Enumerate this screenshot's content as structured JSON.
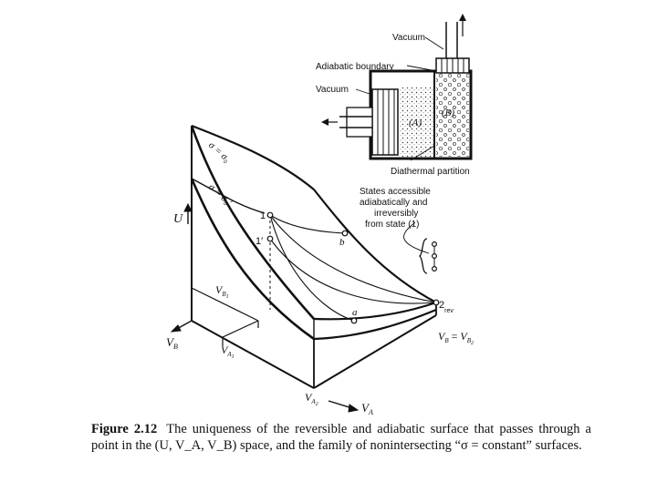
{
  "figure": {
    "apparatus": {
      "vacuum_top": "Vacuum",
      "adiabatic_boundary": "Adiabatic boundary",
      "vacuum_left": "Vacuum",
      "subsystem_a": "(A)",
      "subsystem_b": "(B)",
      "diathermal_partition": "Diathermal partition"
    },
    "surface_labels": {
      "sigma0": "σ = σ₀",
      "sigma0_prime": "σ = σ₀′"
    },
    "annotation": {
      "line1": "States accessible",
      "line2": "adiabatically and",
      "line3": "irreversibly",
      "line4": "from state (1)"
    },
    "axes": {
      "u": "U",
      "va": "V",
      "va_sub": "A",
      "vb": "V",
      "vb_sub": "B"
    },
    "points": {
      "p1": "1",
      "p1_prime": "1′",
      "pa": "a",
      "pb": "b",
      "p2": "2",
      "p2_sub": "rev"
    },
    "ticks": {
      "vb1": "V",
      "vb1_sub": "B",
      "vb1_subsub": "1",
      "va1": "V",
      "va1_sub": "A",
      "va1_subsub": "1",
      "va2": "V",
      "va2_sub": "A",
      "va2_subsub": "2",
      "vb_eq_left": "V",
      "vb_eq_left_sub": "B",
      "vb_eq_mid": " = ",
      "vb_eq_right": "V",
      "vb_eq_right_sub": "B",
      "vb_eq_right_subsub": "2"
    }
  },
  "caption": {
    "label": "Figure 2.12",
    "text": "The uniqueness of the reversible and adiabatic surface that passes through a point in the (U, V_A, V_B) space, and the family of nonintersecting “σ = constant” surfaces."
  }
}
